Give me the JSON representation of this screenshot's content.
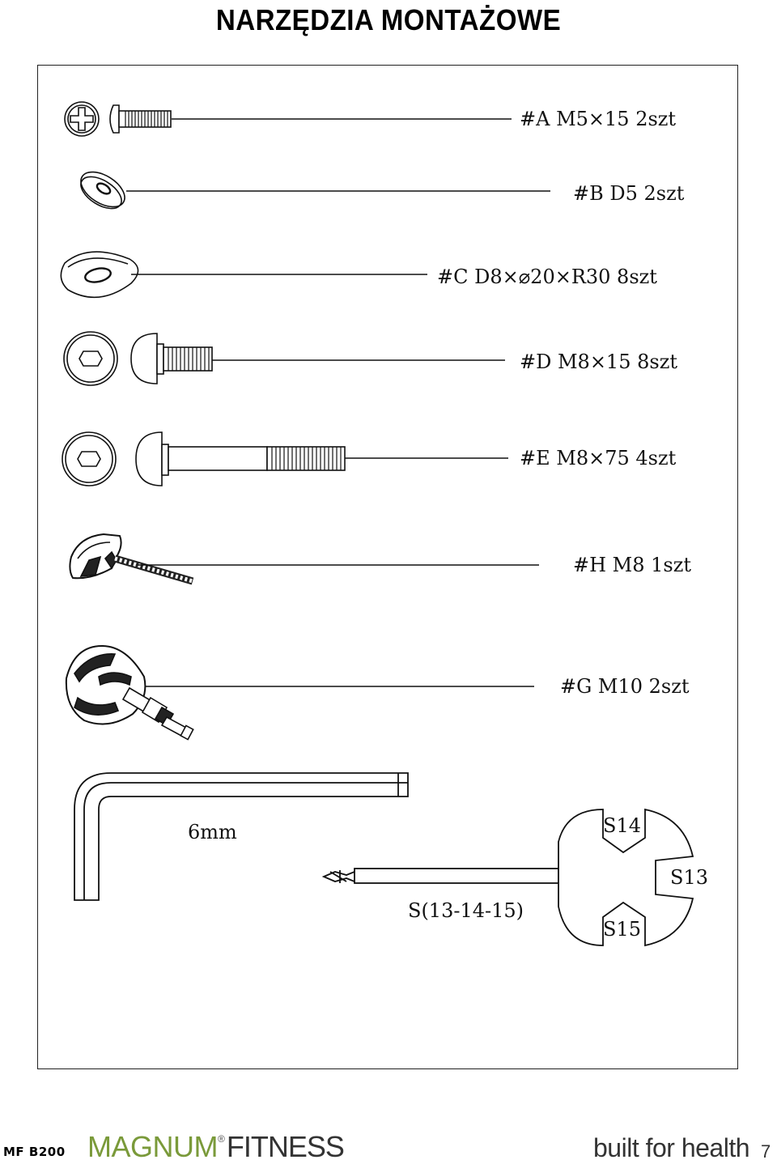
{
  "page": {
    "title": "NARZĘDZIA MONTAŻOWE",
    "model": "MF B200",
    "brand_primary": "MAGNUM",
    "brand_reg": "®",
    "brand_secondary": "FITNESS",
    "tagline": "built for health",
    "page_number": "7",
    "brand_color": "#7a9a3a"
  },
  "parts": [
    {
      "id": "A",
      "label": "#A  M5×15  2szt",
      "icon": "phillips-screw-icon"
    },
    {
      "id": "B",
      "label": "#B  D5  2szt",
      "icon": "washer-icon"
    },
    {
      "id": "C",
      "label": "#C  D8×⌀20×R30  8szt",
      "icon": "curved-washer-icon"
    },
    {
      "id": "D",
      "label": "#D  M8×15  8szt",
      "icon": "hex-socket-bolt-icon"
    },
    {
      "id": "E",
      "label": "#E  M8×75  4szt",
      "icon": "hex-socket-long-bolt-icon"
    },
    {
      "id": "H",
      "label": "#H  M8  1szt",
      "icon": "knob-bolt-icon"
    },
    {
      "id": "G",
      "label": "#G  M10  2szt",
      "icon": "pop-pin-knob-icon"
    }
  ],
  "tools": {
    "allen_key_label": "6mm",
    "wrench_label": "S(13-14-15)",
    "wrench_sizes": [
      "S14",
      "S13",
      "S15"
    ]
  }
}
